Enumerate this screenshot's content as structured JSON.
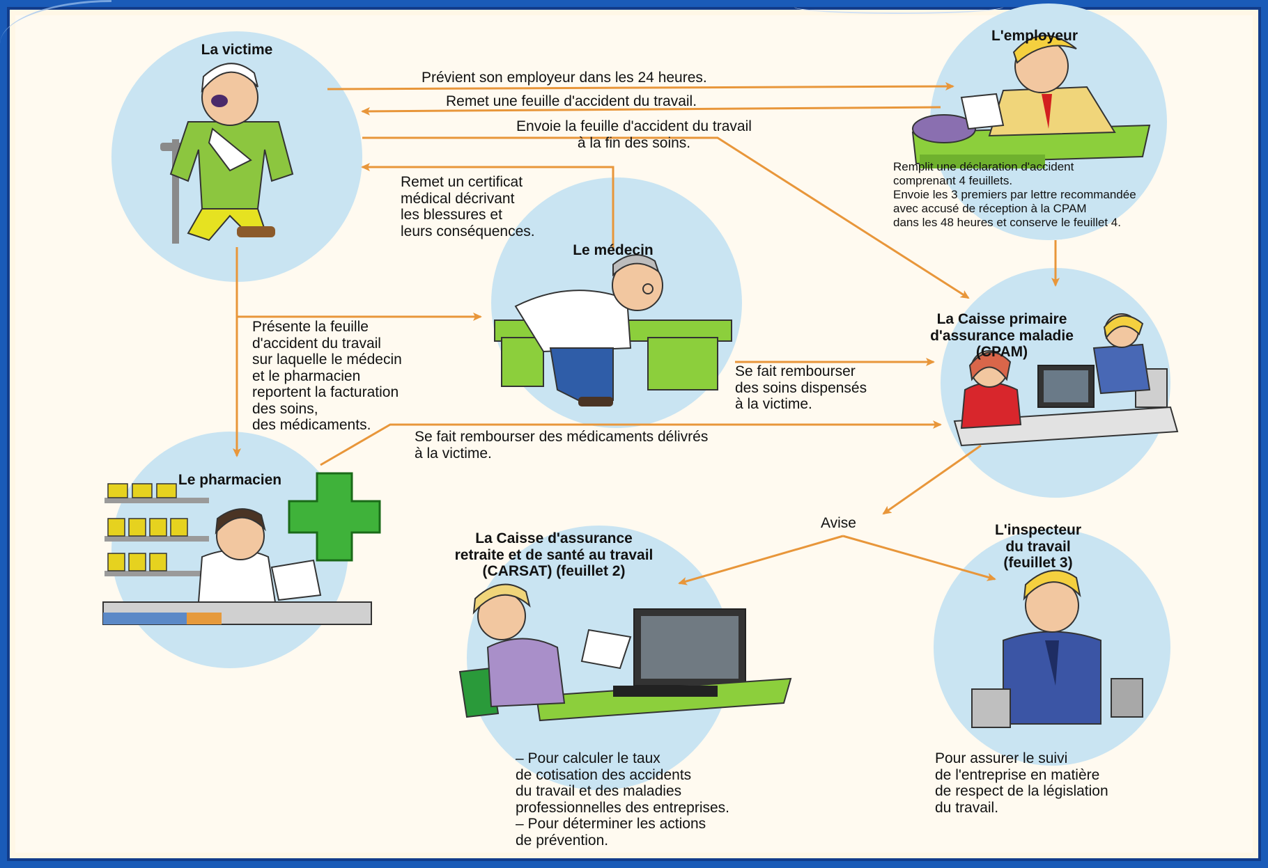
{
  "colors": {
    "arrow": "#e8963a",
    "circle": "#c9e4f2",
    "frame_blue": "#1a5bb8",
    "background": "#fff8ea",
    "desk_green": "#8ccf3c",
    "cross_green": "#3fb23a"
  },
  "actors": {
    "victime": {
      "title": "La victime",
      "icon": "injured-worker-icon"
    },
    "employeur": {
      "title": "L'employeur",
      "icon": "employer-icon"
    },
    "medecin": {
      "title": "Le médecin",
      "icon": "doctor-icon"
    },
    "cpam": {
      "title": "La Caisse primaire\nd'assurance maladie\n(CPAM)",
      "icon": "office-workers-icon"
    },
    "pharmacien": {
      "title": "Le pharmacien",
      "icon": "pharmacist-icon"
    },
    "carsat": {
      "title": "La Caisse d'assurance\nretraite et de santé au travail\n(CARSAT) (feuillet 2)",
      "icon": "carsat-clerk-icon"
    },
    "inspecteur": {
      "title": "L'inspecteur\ndu travail\n(feuillet 3)",
      "icon": "inspector-icon"
    }
  },
  "flows": {
    "previent": "Prévient son employeur dans les 24 heures.",
    "remet_feuille": "Remet une feuille d'accident du travail.",
    "envoie_feuille": "Envoie la feuille d'accident du travail\nà la fin des soins.",
    "certificat": "Remet un certificat\nmédical décrivant\nles blessures et\nleurs conséquences.",
    "presente": "Présente la feuille\nd'accident du travail\nsur laquelle le médecin\net le pharmacien\nreportent la facturation\ndes soins,\ndes médicaments.",
    "rembourse_soins": "Se fait rembourser\ndes soins dispensés\nà la victime.",
    "rembourse_medicaments": "Se fait rembourser des médicaments délivrés\nà la victime.",
    "avise": "Avise"
  },
  "notes": {
    "employeur": "Remplit une déclaration d'accident\ncomprenant 4 feuillets.\nEnvoie les 3 premiers par lettre recommandée\navec accusé de réception à la CPAM\ndans les 48 heures et conserve le feuillet 4.",
    "carsat": "– Pour calculer le taux\n   de cotisation des accidents\n   du travail et des maladies\n   professionnelles des entreprises.\n– Pour déterminer les actions\n   de prévention.",
    "inspecteur": "Pour assurer le suivi\nde l'entreprise en matière\nde respect de la législation\ndu travail."
  }
}
